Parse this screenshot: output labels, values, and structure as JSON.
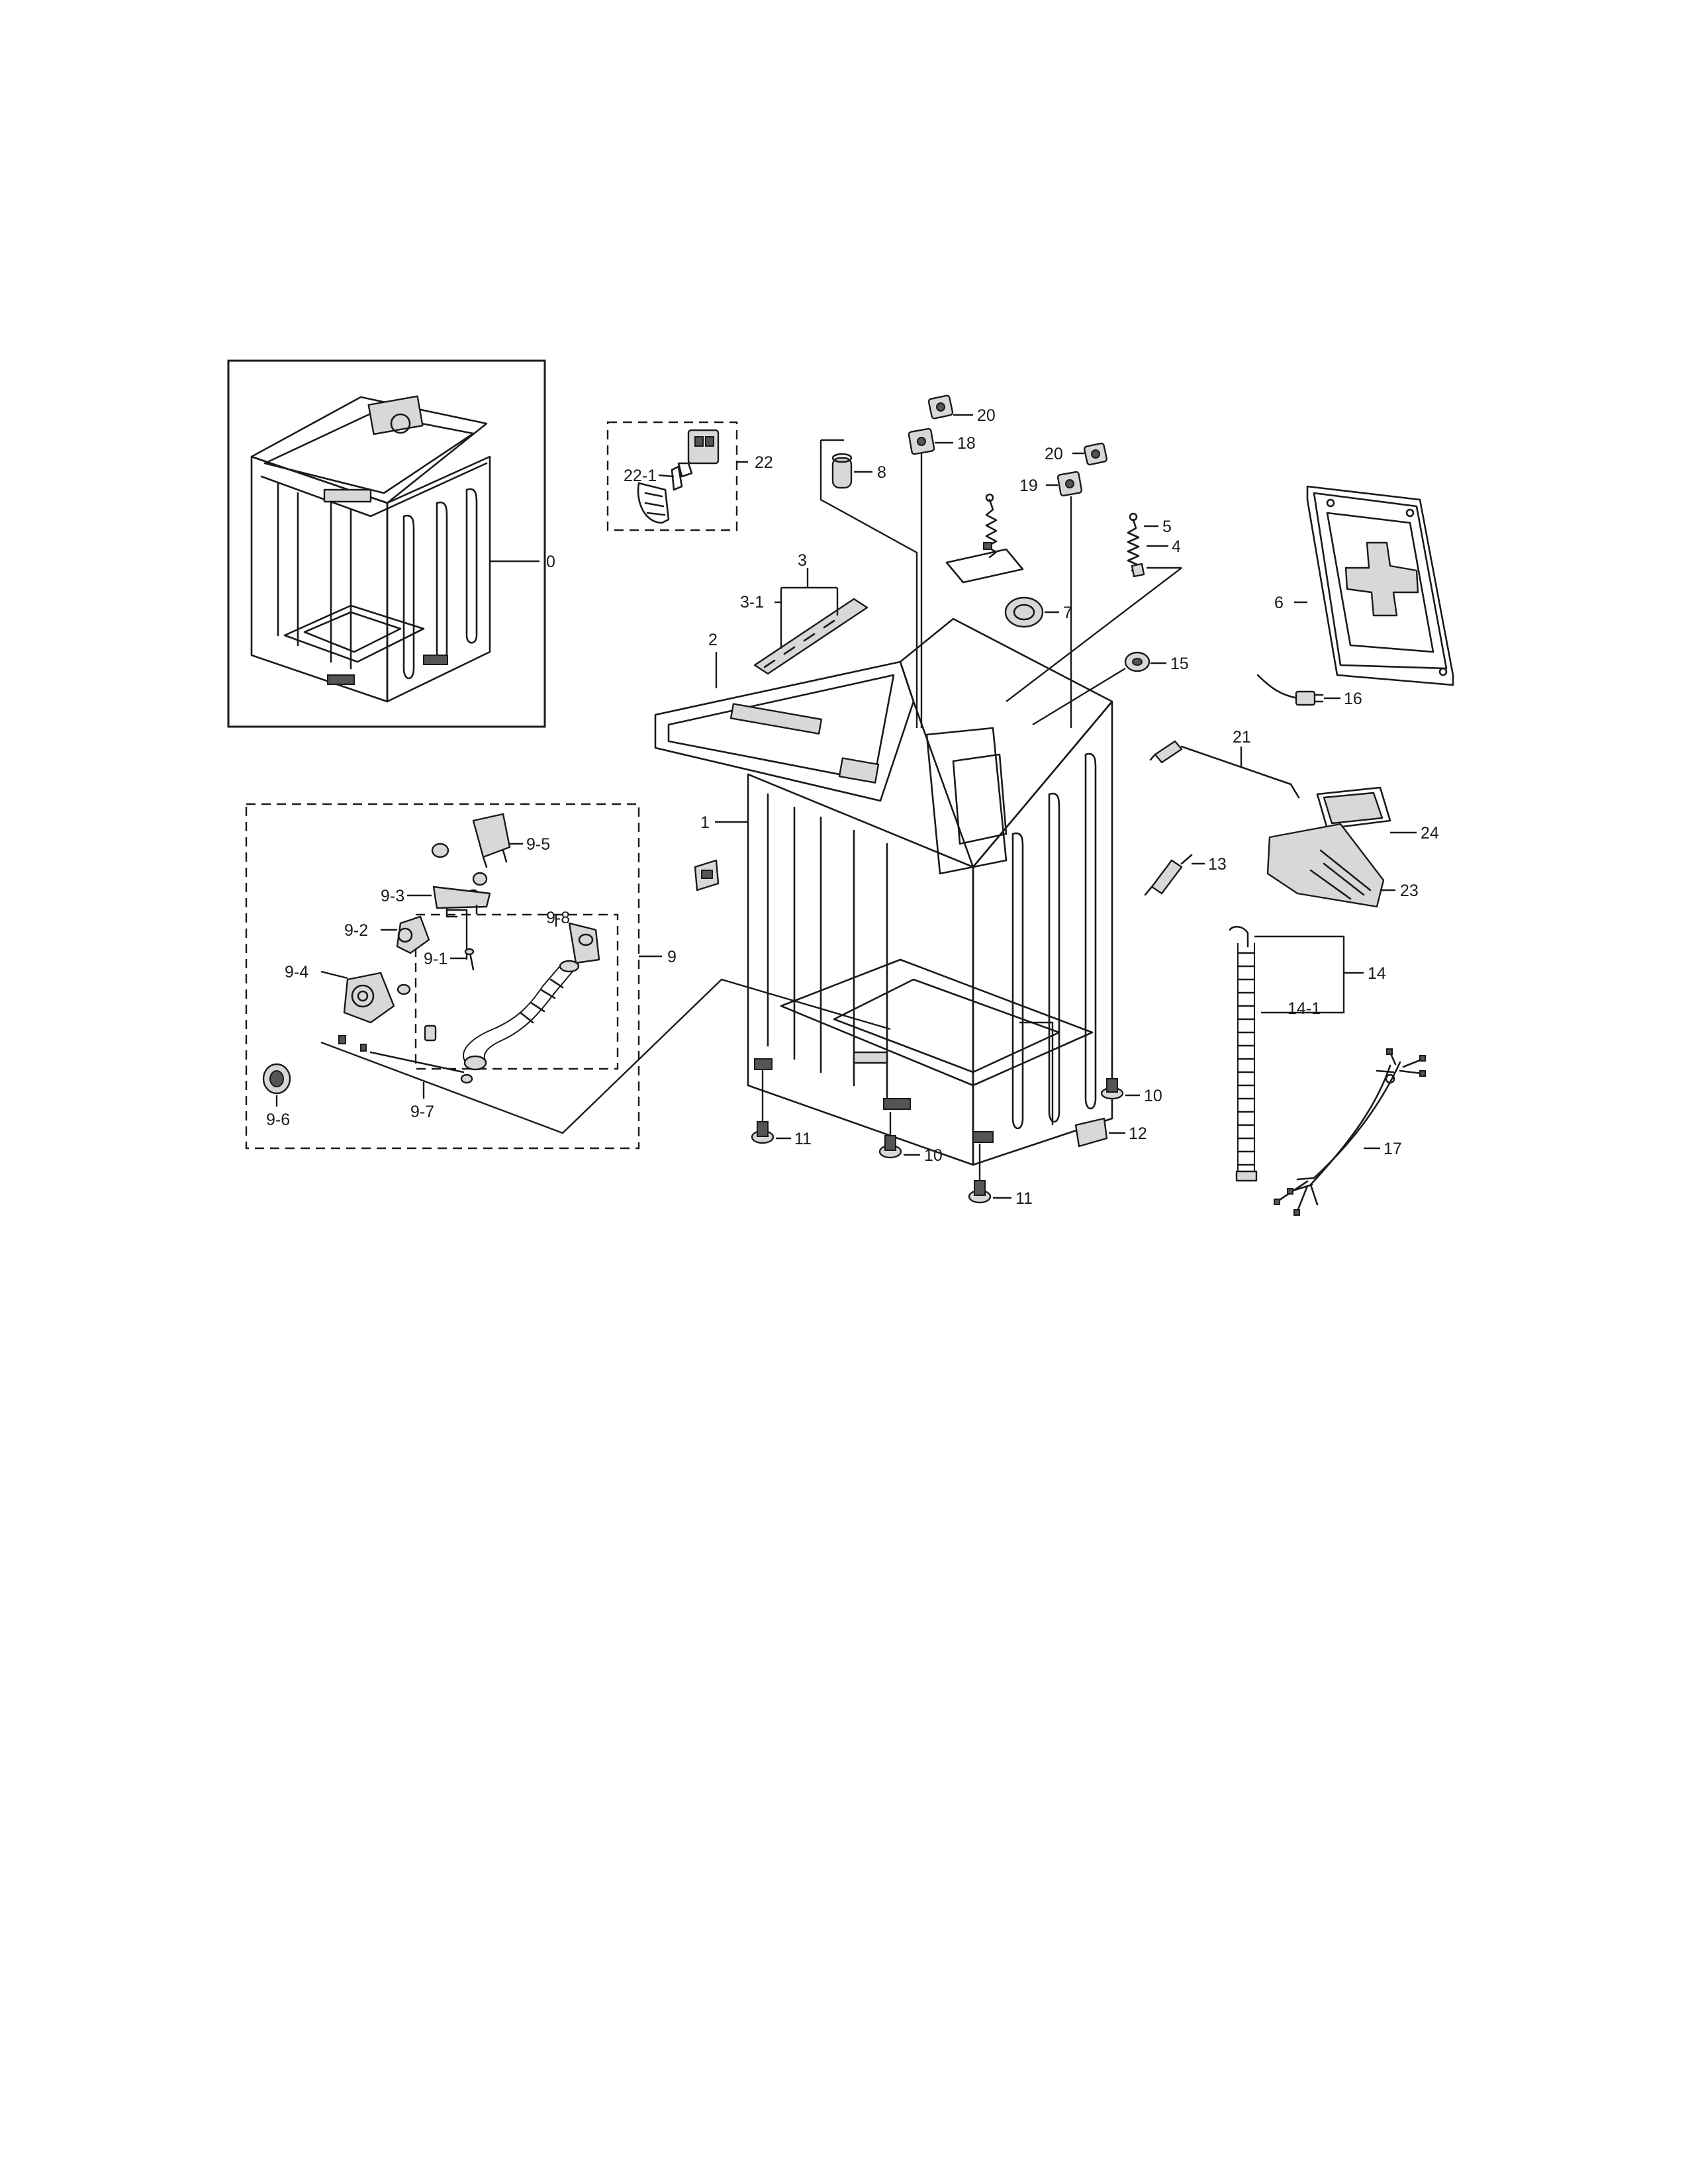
{
  "diagram": {
    "callouts": {
      "c0": "0",
      "c1": "1",
      "c2": "2",
      "c3": "3",
      "c3_1": "3-1",
      "c4": "4",
      "c5": "5",
      "c6": "6",
      "c7": "7",
      "c8": "8",
      "c9": "9",
      "c9_1": "9-1",
      "c9_2": "9-2",
      "c9_3": "9-3",
      "c9_4": "9-4",
      "c9_5": "9-5",
      "c9_6": "9-6",
      "c9_7": "9-7",
      "c9_8": "9-8",
      "c10a": "10",
      "c10b": "10",
      "c11a": "11",
      "c11b": "11",
      "c12": "12",
      "c13": "13",
      "c14": "14",
      "c14_1": "14-1",
      "c15": "15",
      "c16": "16",
      "c17": "17",
      "c18": "18",
      "c19": "19",
      "c20a": "20",
      "c20b": "20",
      "c21": "21",
      "c22": "22",
      "c22_1": "22-1",
      "c23": "23",
      "c24": "24"
    }
  }
}
